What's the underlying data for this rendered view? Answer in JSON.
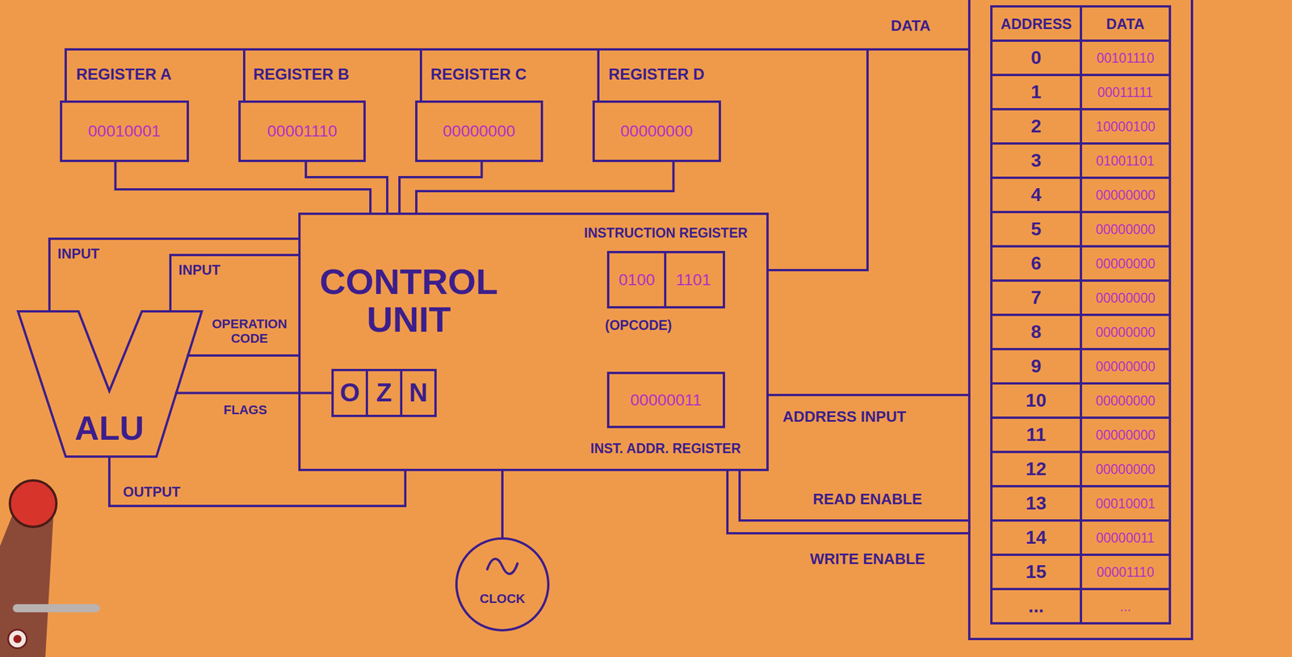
{
  "diagram": {
    "nodes": [
      {
        "text": [
          "REGISTER A",
          "00010001"
        ]
      },
      {
        "text": [
          "REGISTER B",
          "00001110"
        ]
      },
      {
        "text": [
          "REGISTER C",
          "00000000"
        ]
      },
      {
        "text": [
          "REGISTER D",
          "00000000"
        ]
      },
      {
        "text": [
          "ADDRESS",
          "DATA"
        ]
      },
      {
        "text": [
          "CONTROL UNIT"
        ]
      },
      {
        "text": [
          "INSTRUCTION REGISTER"
        ],
        "in": 5
      },
      {
        "text": [
          "0100"
        ],
        "in": 6
      },
      {
        "text": [
          "1101"
        ],
        "in": 6
      },
      {
        "text": [
          "ALU"
        ]
      },
      {
        "text": [
          "O"
        ],
        "in": 5
      },
      {
        "text": [
          "Z"
        ],
        "in": 5
      },
      {
        "text": [
          "N"
        ],
        "in": 5
      },
      {
        "text": [
          "00000011",
          "INST. ADDR. REGISTER"
        ],
        "in": 5
      },
      {
        "text": [
          "CLOCK"
        ]
      }
    ],
    "edges": [
      {
        "from": 0,
        "to": 5,
        "arrow": "none"
      },
      {
        "from": 1,
        "to": 5,
        "arrow": "none"
      },
      {
        "from": 2,
        "to": 5,
        "arrow": "none"
      },
      {
        "from": 3,
        "to": 5,
        "arrow": "none"
      },
      {
        "from": 0,
        "to": 4,
        "arrow": "none"
      },
      {
        "from": 1,
        "to": 4,
        "arrow": "none"
      },
      {
        "from": 2,
        "to": 4,
        "arrow": "none"
      },
      {
        "from": 3,
        "to": 4,
        "arrow": "none"
      },
      {
        "from": 5,
        "to": 4,
        "label": "DATA",
        "arrow": "none"
      },
      {
        "from": 5,
        "to": 9,
        "label": "INPUT",
        "arrow": "none"
      },
      {
        "from": 5,
        "to": 9,
        "label": "INPUT",
        "arrow": "none"
      },
      {
        "from": 5,
        "to": 9,
        "label": "OPERATION CODE",
        "arrow": "none"
      },
      {
        "from": 9,
        "to": 10,
        "label": "FLAGS",
        "arrow": "none"
      },
      {
        "from": 9,
        "to": 5,
        "label": "OUTPUT",
        "arrow": "none"
      },
      {
        "from": 5,
        "to": 14,
        "arrow": "none"
      },
      {
        "from": 5,
        "to": 4,
        "label": "ADDRESS INPUT",
        "arrow": "none"
      },
      {
        "from": 5,
        "to": 4,
        "label": "READ ENABLE",
        "arrow": "none"
      },
      {
        "from": 5,
        "to": 4,
        "label": "WRITE ENABLE",
        "arrow": "none"
      }
    ],
    "labels": [
      "(OPCODE)",
      "0",
      "00101110",
      "1",
      "00011111",
      "2",
      "10000100",
      "3",
      "01001101",
      "4",
      "00000000",
      "5",
      "00000000",
      "6",
      "00000000",
      "7",
      "00000000",
      "8",
      "00000000",
      "9",
      "00000000",
      "10",
      "00000000",
      "11",
      "00000000",
      "12",
      "00000000",
      "13",
      "00010001",
      "14",
      "00000011",
      "15",
      "00001110",
      "...",
      "..."
    ]
  }
}
